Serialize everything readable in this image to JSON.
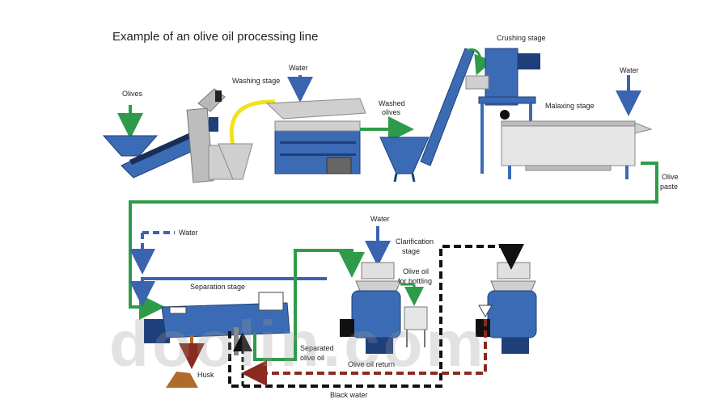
{
  "title": "Example of an olive oil processing line",
  "labels": {
    "olives": "Olives",
    "washing_stage": "Washing stage",
    "water_top": "Water",
    "washed_olives_1": "Washed",
    "washed_olives_2": "olives",
    "crushing_stage": "Crushing stage",
    "water_right": "Water",
    "malaxing_stage": "Malaxing stage",
    "olive_paste_1": "Olive",
    "olive_paste_2": "paste",
    "water_legend": "Water",
    "water_mid": "Water",
    "clarification_1": "Clarification",
    "clarification_2": "stage",
    "olive_oil_bottling_1": "Olive oil",
    "olive_oil_bottling_2": "for bottling",
    "separation_stage": "Separation stage",
    "separated_oil_1": "Separated",
    "separated_oil_2": "olive oil",
    "olive_oil_return": "Olive oil return",
    "husk": "Husk",
    "black_water": "Black water"
  },
  "watermark": "doolin.com",
  "colors": {
    "machine_blue": "#3c6bb5",
    "machine_dark": "#1e3f7a",
    "water_blue": "#3a64b0",
    "paste_green": "#2e9b4a",
    "black_water": "#111111",
    "oil_return": "#8b2a1e",
    "husk_brown": "#b06a2a",
    "chute_yellow": "#f2e21a",
    "steel_gray": "#c8c8c8"
  }
}
